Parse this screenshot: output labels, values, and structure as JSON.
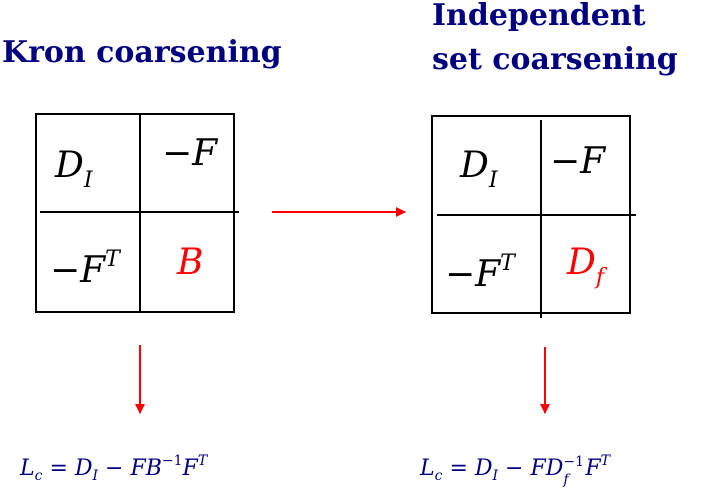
{
  "titles": {
    "left": "Kron coarsening",
    "right_line1": "Independent",
    "right_line2": "set coarsening"
  },
  "left_matrix": {
    "top_left": "D",
    "top_left_sub": "I",
    "top_right": "−F",
    "bottom_left": "−F",
    "bottom_left_sup": "T",
    "bottom_right": "B"
  },
  "right_matrix": {
    "top_left": "D",
    "top_left_sub": "I",
    "top_right": "−F",
    "bottom_left": "−F",
    "bottom_left_sup": "T",
    "bottom_right": "D",
    "bottom_right_sub": "f"
  },
  "formula_left": {
    "lhs": "L",
    "lhs_sub": "c",
    "eq": " = ",
    "d": "D",
    "d_sub": "I",
    "minus": " − ",
    "fb": "FB",
    "inv": "−1",
    "ft": "F",
    "t": "T"
  },
  "formula_right": {
    "lhs": "L",
    "lhs_sub": "c",
    "eq": " = ",
    "d": "D",
    "d_sub": "I",
    "minus": " − ",
    "fd": "FD",
    "inv": "−1",
    "f_sub": "f",
    "ft": "F",
    "t": "T"
  },
  "colors": {
    "title": "#000080",
    "arrow": "#ff0000",
    "highlight": "#ff0000",
    "formula": "#000080",
    "border": "#000000"
  }
}
